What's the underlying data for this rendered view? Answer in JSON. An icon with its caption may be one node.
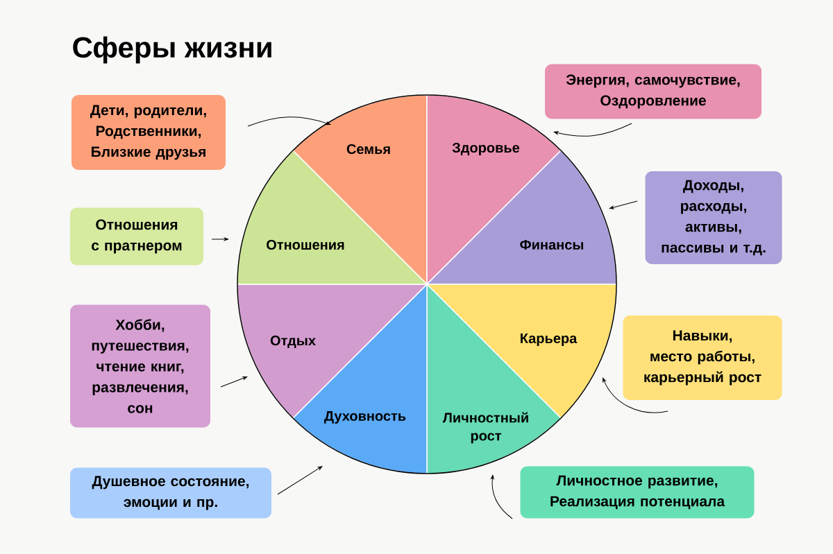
{
  "diagram": {
    "title": "Сферы жизни",
    "nodes": [
      {
        "text": [
          "Семья"
        ]
      },
      {
        "text": [
          "Здоровье"
        ]
      },
      {
        "text": [
          "Финансы"
        ]
      },
      {
        "text": [
          "Карьера"
        ]
      },
      {
        "text": [
          "Личностный рост"
        ]
      },
      {
        "text": [
          "Духовность"
        ]
      },
      {
        "text": [
          "Отдых"
        ]
      },
      {
        "text": [
          "Отношения"
        ]
      },
      {
        "text": [
          "Дети, родители, Родственники, Близкие друзья"
        ]
      },
      {
        "text": [
          "Энергия, самочувствие, Оздоровление"
        ]
      },
      {
        "text": [
          "Доходы, расходы, активы, пассивы и т.д."
        ]
      },
      {
        "text": [
          "Навыки, место работы, карьерный рост"
        ]
      },
      {
        "text": [
          "Личностное развитие, Реализация потенциала"
        ]
      },
      {
        "text": [
          "Душевное состояние, эмоции и пр."
        ]
      },
      {
        "text": [
          "Хобби, путешествия, чтение книг, развлечения, сон"
        ]
      },
      {
        "text": [
          "Отношения с пратнером"
        ]
      }
    ],
    "edges": [
      {
        "from": 8,
        "to": 0,
        "arrow": "to"
      },
      {
        "from": 9,
        "to": 1,
        "arrow": "to"
      },
      {
        "from": 10,
        "to": 2,
        "arrow": "to"
      },
      {
        "from": 11,
        "to": 3,
        "arrow": "to"
      },
      {
        "from": 12,
        "to": 4,
        "arrow": "to"
      },
      {
        "from": 13,
        "to": 5,
        "arrow": "to"
      },
      {
        "from": 14,
        "to": 6,
        "arrow": "to"
      },
      {
        "from": 15,
        "to": 7,
        "arrow": "to"
      }
    ]
  }
}
